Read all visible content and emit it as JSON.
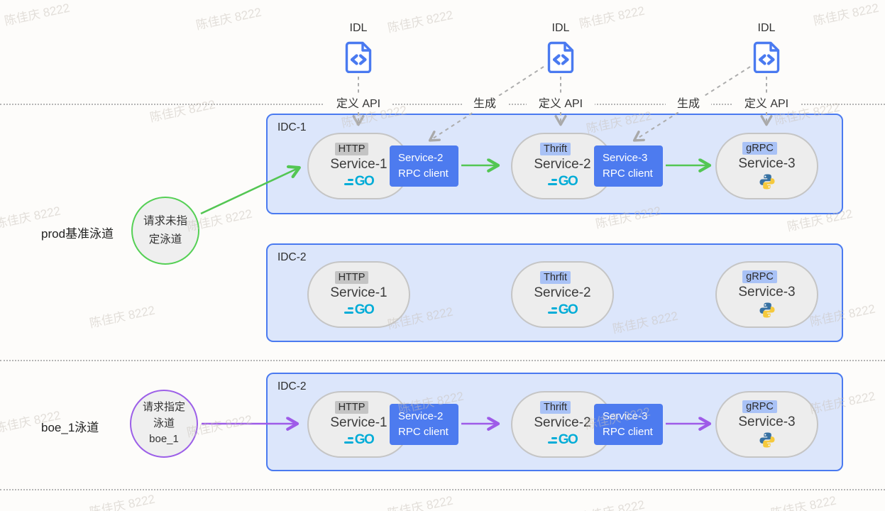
{
  "page": {
    "watermark_text": "陈佳庆 8222"
  },
  "colors": {
    "accent_green": "#53c653",
    "accent_purple": "#9e5be8",
    "idc_border_blue": "#4a7af0",
    "idc_fill": "#dce6fb",
    "rpc_box_blue": "#4d7bef",
    "pill_fill": "#ededed",
    "chip_gray": "#c4c4c4",
    "chip_blue": "#a9c2f6",
    "go_cyan": "#00acd7",
    "dashed_gray": "#adadad"
  },
  "idl": {
    "items": [
      {
        "title": "IDL",
        "action_label": "定义 API"
      },
      {
        "title": "IDL",
        "action_label": "定义 API"
      },
      {
        "title": "IDL",
        "action_label": "定义 API"
      }
    ],
    "generate_labels": [
      {
        "label": "生成"
      },
      {
        "label": "生成"
      }
    ]
  },
  "lanes": [
    {
      "label": "prod基准泳道",
      "circle_lines": [
        "请求未指",
        "定泳道"
      ]
    },
    {
      "label": "boe_1泳道",
      "circle_lines": [
        "请求指定",
        "泳道",
        "boe_1"
      ]
    }
  ],
  "boxes": [
    {
      "title": "IDC-1",
      "services": [
        {
          "protocol": "HTTP",
          "name": "Service-1",
          "runtime": "go"
        },
        {
          "protocol": "Thrift",
          "name": "Service-2",
          "runtime": "go"
        },
        {
          "protocol": "gRPC",
          "name": "Service-3",
          "runtime": "python"
        }
      ],
      "rpc_clients": [
        {
          "line1": "Service-2",
          "line2": "RPC client"
        },
        {
          "line1": "Service-3",
          "line2": "RPC client"
        }
      ]
    },
    {
      "title": "IDC-2",
      "services": [
        {
          "protocol": "HTTP",
          "name": "Service-1",
          "runtime": "go"
        },
        {
          "protocol": "Thrfit",
          "name": "Service-2",
          "runtime": "go"
        },
        {
          "protocol": "gRPC",
          "name": "Service-3",
          "runtime": "python"
        }
      ],
      "rpc_clients": []
    },
    {
      "title": "IDC-2",
      "services": [
        {
          "protocol": "HTTP",
          "name": "Service-1",
          "runtime": "go"
        },
        {
          "protocol": "Thrift",
          "name": "Service-2",
          "runtime": "go"
        },
        {
          "protocol": "gRPC",
          "name": "Service-3",
          "runtime": "python"
        }
      ],
      "rpc_clients": [
        {
          "line1": "Service-2",
          "line2": "RPC client"
        },
        {
          "line1": "Service-3",
          "line2": "RPC client"
        }
      ]
    }
  ],
  "logos": {
    "go_text": "GO"
  }
}
